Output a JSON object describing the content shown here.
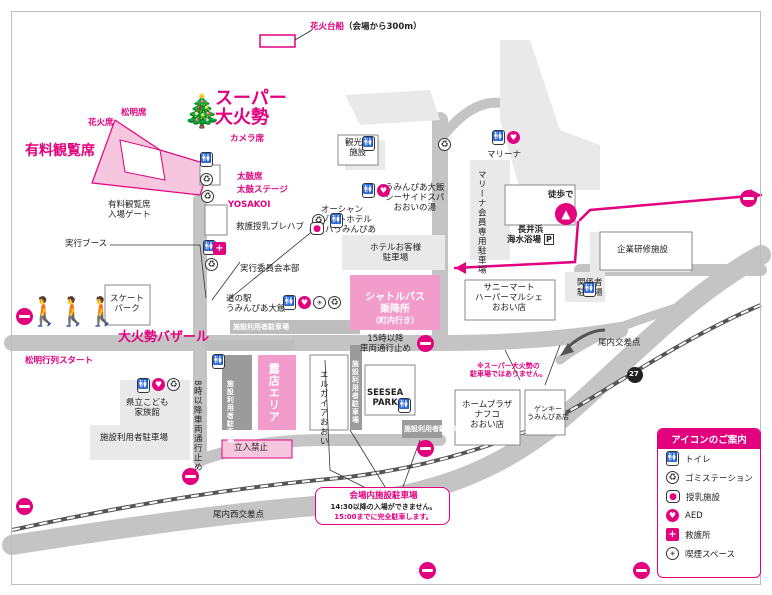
{
  "colors": {
    "accent": "#e3007f",
    "light_pink": "#f6c6df",
    "building": "#e9e9e9",
    "dark_building": "#9b9b9b",
    "road": "#c4c4c4",
    "line": "#333333",
    "text": "#222222"
  },
  "fireworks_site": {
    "label": "花火台船",
    "note": "（会場から300m）"
  },
  "event": {
    "title_line1": "スーパー",
    "title_line2": "大火勢",
    "camera_seats": "カメラ席",
    "taiko_seats": "太鼓席",
    "taiko_stage": "太鼓ステージ",
    "yosakoi": "YOSAKOI",
    "bazaar": "大火勢バザール",
    "torch_parade": "松明行列スタート"
  },
  "seating": {
    "hanabi": "花火席",
    "taimatsu": "松明席",
    "paid": "有料観覧席",
    "entrance_line1": "有料観覧席",
    "entrance_line2": "入場ゲート"
  },
  "booths": {
    "jikko": "実行ブース",
    "kyugo": "救護授乳プレハブ",
    "iinkai": "実行委員会本部"
  },
  "places": {
    "skatepark_line1": "スケート",
    "skatepark_line2": "パーク",
    "michinoeki_line1": "道の駅",
    "michinoeki_line2": "うみんぴあ大飯",
    "kanko_line1": "観光船",
    "kanko_line2": "施設",
    "marina": "マリーナ",
    "spa_line1": "うみんぴあ大飯",
    "spa_line2": "シーサイドスパ",
    "spa_line3": "おおいの湯",
    "hotel_line1": "オーシャン",
    "hotel_line2": "リゾートホテル",
    "hotel_line3": "＆スパうみんぴあ",
    "hotel_parking_line1": "ホテルお客様",
    "hotel_parking_line2": "駐車場",
    "marina_parking": "マリーナ会員専用駐車場",
    "toho": "徒歩で",
    "nagaihama_line1": "長井浜",
    "nagaihama_line2": "海水浴場",
    "parking_p": "P",
    "kigyo": "企業研修施設",
    "kankei_line1": "関係者",
    "kankei_line2": "駐車場",
    "shuttle_line1": "シャトルバス",
    "shuttle_line2": "乗降所",
    "shuttle_line3": "（町内行き）",
    "sunny_line1": "サニーマート",
    "sunny_line2": "ハーパーマルシェ",
    "sunny_line3": "おおい店",
    "facility_parking_top": "施設利用者駐車場",
    "facility_parking_left": "施設利用者駐車場",
    "facility_parking_mid": "施設利用者駐車場",
    "facility_parking_small": "施設利用者駐車場",
    "facility_parking_bottom": "施設利用者駐車場",
    "tenpo": "露店エリア",
    "elgaia": "エルガイアおおい",
    "seesea_line1": "SEESEA",
    "seesea_line2": "PARK",
    "homeplaza_line1": "ホームプラザ",
    "homeplaza_line2": "ナフコ",
    "homeplaza_line3": "おおい店",
    "genki_line1": "ゲンキー",
    "genki_line2": "うみんぴあ店",
    "kodomo_line1": "県立こども",
    "kodomo_line2": "家族館",
    "tachiiri": "立入禁止",
    "oiko": "尾内交差点",
    "oinishi": "尾内西交差点",
    "route": "27"
  },
  "notices": {
    "vertical_one_way": "8時以降車両通行止め",
    "after_1530_line1": "15時以降",
    "after_1530_line2": "車両通行止め",
    "super_note_line1": "※スーパー大火勢の",
    "super_note_line2": "駐車場ではありません。",
    "venue_parking_line1": "会場内施設駐車場",
    "venue_parking_line2": "14:30以降の入場ができません。",
    "venue_parking_line3": "15:00までに完全駐車します。"
  },
  "legend": {
    "title": "アイコンのご案内",
    "items": [
      {
        "icon": "toilet-icon",
        "label": "トイレ"
      },
      {
        "icon": "trash-icon",
        "label": "ゴミステーション"
      },
      {
        "icon": "nursing-icon",
        "label": "授乳施設"
      },
      {
        "icon": "aed-icon",
        "label": "AED"
      },
      {
        "icon": "first-aid-icon",
        "label": "救護所"
      },
      {
        "icon": "smoking-icon",
        "label": "喫煙スペース"
      }
    ]
  }
}
